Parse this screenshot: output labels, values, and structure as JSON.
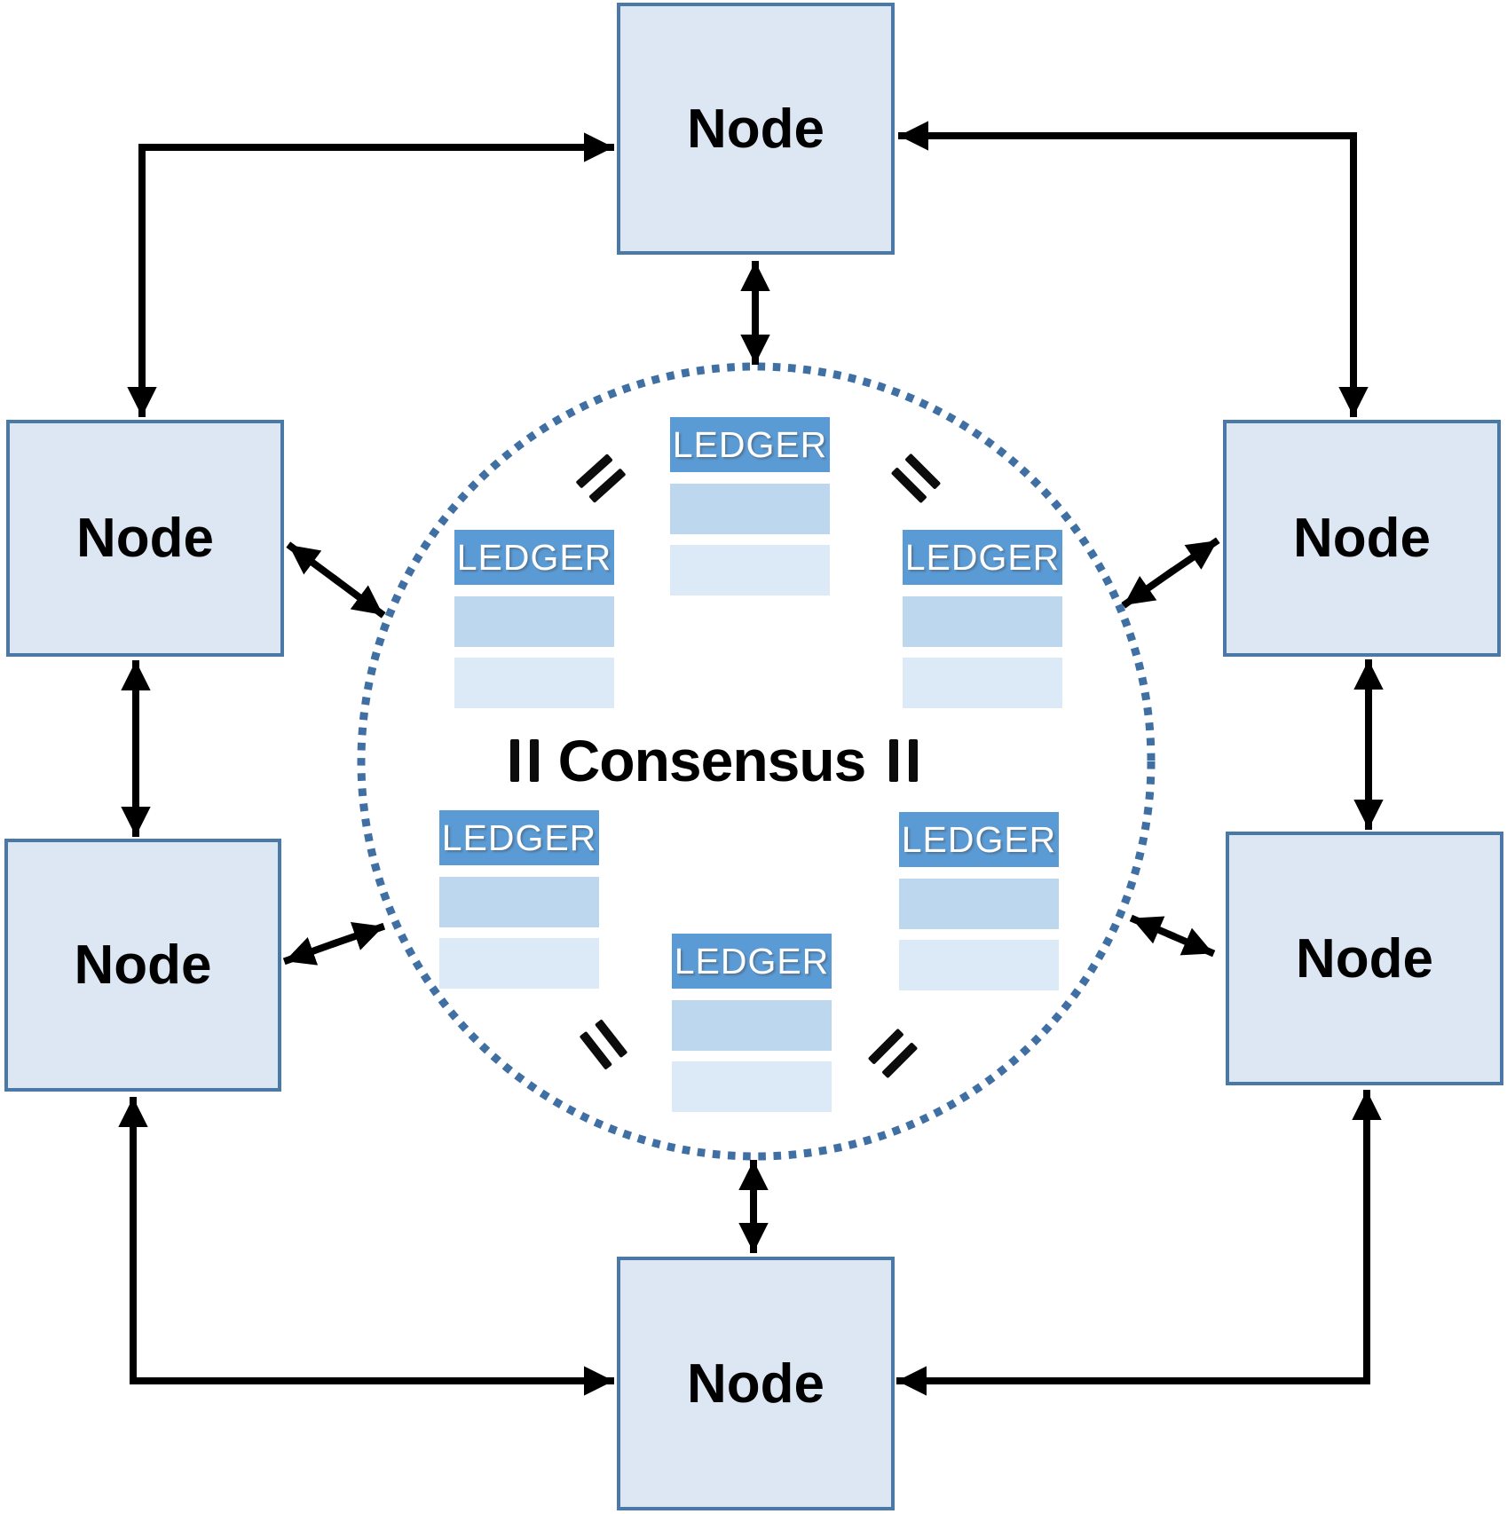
{
  "consensus": {
    "label": "Consensus"
  },
  "nodes": {
    "top": {
      "label": "Node"
    },
    "upper_left": {
      "label": "Node"
    },
    "lower_left": {
      "label": "Node"
    },
    "upper_right": {
      "label": "Node"
    },
    "lower_right": {
      "label": "Node"
    },
    "bottom": {
      "label": "Node"
    }
  },
  "ledgers": {
    "top": {
      "title": "LEDGER",
      "row_count": 2
    },
    "upper_left": {
      "title": "LEDGER",
      "row_count": 2
    },
    "upper_right": {
      "title": "LEDGER",
      "row_count": 2
    },
    "lower_left": {
      "title": "LEDGER",
      "row_count": 2
    },
    "lower_right": {
      "title": "LEDGER",
      "row_count": 2
    },
    "bottom": {
      "title": "LEDGER",
      "row_count": 2
    }
  },
  "icons": {
    "equals": "equals-sign",
    "connector": "double-headed-arrow",
    "boundary": "dotted-circle"
  },
  "colors": {
    "node_fill": "#dce7f3",
    "node_border": "#4a79a8",
    "ledger_header": "#5b9bd5",
    "ledger_row_dark": "#bdd7ee",
    "ledger_row_light": "#dce9f6",
    "circle_dot": "#3f6fa3",
    "arrow": "#000000",
    "label_text": "#000000",
    "ledger_title_text": "#ffffff"
  }
}
